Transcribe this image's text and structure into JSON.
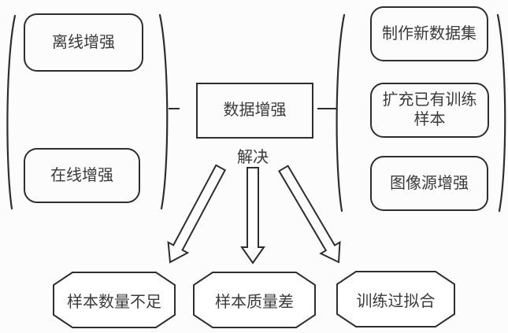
{
  "diagram": {
    "center": {
      "label": "数据增强"
    },
    "solve_label": "解决",
    "left_group": {
      "items": [
        {
          "label": "离线增强"
        },
        {
          "label": "在线增强"
        }
      ]
    },
    "right_group": {
      "items": [
        {
          "label": "制作新数据集"
        },
        {
          "label": "扩充已有训练样本"
        },
        {
          "label": "图像源增强"
        }
      ]
    },
    "problems": [
      {
        "label": "样本数量不足"
      },
      {
        "label": "样本质量差"
      },
      {
        "label": "训练过拟合"
      }
    ],
    "colors": {
      "stroke": "#2e2e2e",
      "text": "#3a3a3a",
      "background": "#fcfcfc"
    }
  }
}
